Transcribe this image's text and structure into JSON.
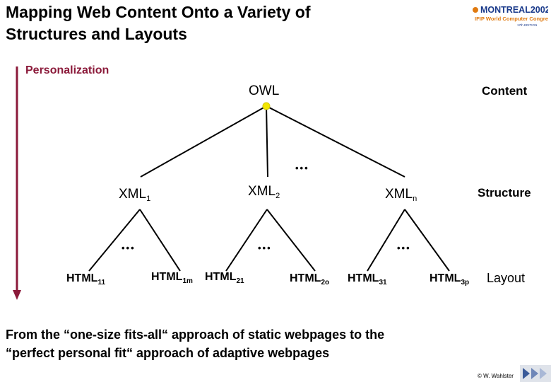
{
  "title": {
    "line1": "Mapping Web Content Onto a Variety of",
    "line2": "Structures and Layouts"
  },
  "logo": {
    "main": "MONTREAL2002",
    "sub": "IFIP World Computer Congress",
    "edition": "17th EDITION"
  },
  "axis": {
    "label": "Personalization",
    "color": "#8b1a3a"
  },
  "nodes": {
    "root": "OWL",
    "xml1": {
      "base": "XML",
      "sub": "1"
    },
    "xml2": {
      "base": "XML",
      "sub": "2"
    },
    "xmln": {
      "base": "XML",
      "sub": "n"
    },
    "html11": {
      "base": "HTML",
      "sub": "11"
    },
    "html1m": {
      "base": "HTML",
      "sub": "1m"
    },
    "html21": {
      "base": "HTML",
      "sub": "21"
    },
    "html2o": {
      "base": "HTML",
      "sub": "2o"
    },
    "html31": {
      "base": "HTML",
      "sub": "31"
    },
    "html3p": {
      "base": "HTML",
      "sub": "3p"
    }
  },
  "ellipsis": "•••",
  "side_labels": {
    "content": "Content",
    "structure": "Structure",
    "layout": "Layout"
  },
  "caption": {
    "line1": "From the “one-size fits-all“ approach of static webpages to the",
    "line2": "“perfect personal fit“ approach of adaptive webpages"
  },
  "copyright": "© W. Wahlster",
  "colors": {
    "root_dot": "#f2e600",
    "accent_red": "#8b1a3a",
    "logo_blue": "#1a3a8b",
    "logo_orange": "#e07a10"
  }
}
